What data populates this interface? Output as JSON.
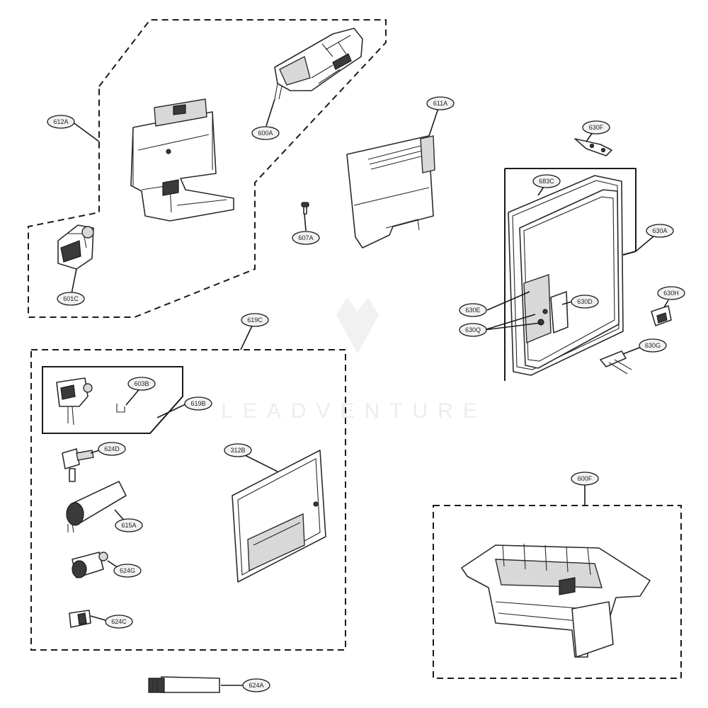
{
  "diagram": {
    "watermark": "LEADVENTURE",
    "callouts": [
      {
        "id": "612A",
        "label": "612A"
      },
      {
        "id": "600A",
        "label": "600A"
      },
      {
        "id": "601C",
        "label": "601C"
      },
      {
        "id": "607A",
        "label": "607A"
      },
      {
        "id": "611A",
        "label": "611A"
      },
      {
        "id": "630F",
        "label": "630F"
      },
      {
        "id": "683C",
        "label": "683C"
      },
      {
        "id": "630A",
        "label": "630A"
      },
      {
        "id": "630E",
        "label": "630E"
      },
      {
        "id": "630D",
        "label": "630D"
      },
      {
        "id": "630Q",
        "label": "630Q"
      },
      {
        "id": "630H",
        "label": "630H"
      },
      {
        "id": "630G",
        "label": "630G"
      },
      {
        "id": "619C",
        "label": "619C"
      },
      {
        "id": "603B",
        "label": "603B"
      },
      {
        "id": "619B",
        "label": "619B"
      },
      {
        "id": "624D",
        "label": "624D"
      },
      {
        "id": "615A",
        "label": "615A"
      },
      {
        "id": "624G",
        "label": "624G"
      },
      {
        "id": "624C",
        "label": "624C"
      },
      {
        "id": "312B",
        "label": "312B"
      },
      {
        "id": "600F",
        "label": "600F"
      },
      {
        "id": "624A",
        "label": "624A"
      }
    ]
  }
}
